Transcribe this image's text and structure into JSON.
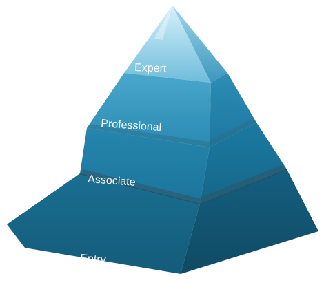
{
  "diagram": {
    "type": "pyramid",
    "levels": [
      {
        "key": "expert",
        "label": "Expert"
      },
      {
        "key": "professional",
        "label": "Professional"
      },
      {
        "key": "associate",
        "label": "Associate"
      },
      {
        "key": "entry",
        "label": "Entry"
      }
    ]
  },
  "colors": {
    "apex_light": "#c4eaf6",
    "upper": "#3a9bc2",
    "middle": "#1f7fa6",
    "lower": "#136a8f",
    "base": "#0e5675",
    "band_edge": "#2f4f60",
    "label_text": "#ffffff"
  }
}
